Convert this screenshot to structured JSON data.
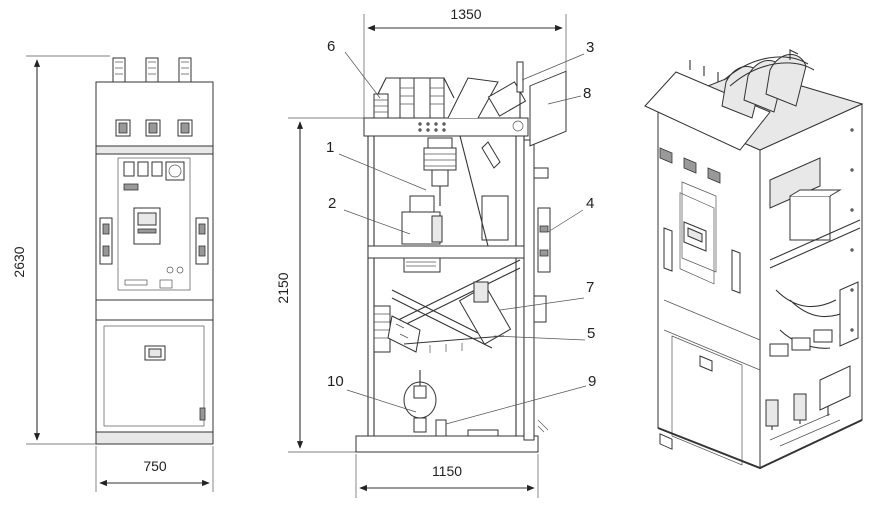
{
  "dimensions": {
    "front_height": "2630",
    "front_width": "750",
    "side_top_width": "1350",
    "side_height": "2150",
    "side_bottom_width": "1150"
  },
  "callouts": [
    "1",
    "2",
    "3",
    "4",
    "5",
    "6",
    "7",
    "8",
    "9",
    "10"
  ],
  "icons": [
    "arrow-head-icon",
    "circle-indicator-icon"
  ]
}
